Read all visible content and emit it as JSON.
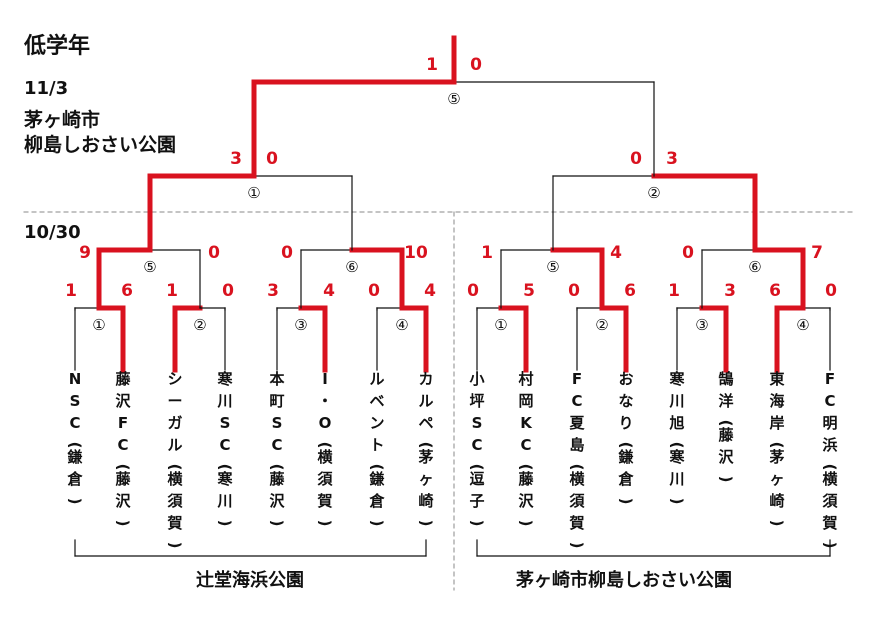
{
  "title": "低学年",
  "final_date": "11/3",
  "final_venue_line1": "茅ヶ崎市",
  "final_venue_line2": "柳島しおさい公園",
  "early_date": "10/30",
  "venues": {
    "left": "辻堂海浜公園",
    "right": "茅ヶ崎市柳島しおさい公園"
  },
  "colors": {
    "win": "#d9121f",
    "line": "#111111",
    "dash": "#888888"
  },
  "teams": [
    {
      "name": "NSC",
      "area": "鎌倉",
      "glyphs": [
        "N",
        "S",
        "C",
        "(",
        "鎌",
        "倉",
        ")"
      ]
    },
    {
      "name": "藤沢FC",
      "area": "藤沢",
      "glyphs": [
        "藤",
        "沢",
        "F",
        "C",
        "(",
        "藤",
        "沢",
        ")"
      ]
    },
    {
      "name": "シーガル",
      "area": "横須賀",
      "glyphs": [
        "シ",
        "ー",
        "ガ",
        "ル",
        "(",
        "横",
        "須",
        "賀",
        ")"
      ]
    },
    {
      "name": "寒川SC",
      "area": "寒川",
      "glyphs": [
        "寒",
        "川",
        "S",
        "C",
        "(",
        "寒",
        "川",
        ")"
      ]
    },
    {
      "name": "本町SC",
      "area": "藤沢",
      "glyphs": [
        "本",
        "町",
        "S",
        "C",
        "(",
        "藤",
        "沢",
        ")"
      ]
    },
    {
      "name": "I・O",
      "area": "横須賀",
      "glyphs": [
        "I",
        "・",
        "O",
        "(",
        "横",
        "須",
        "賀",
        ")"
      ]
    },
    {
      "name": "ルベント",
      "area": "鎌倉",
      "glyphs": [
        "ル",
        "ベ",
        "ン",
        "ト",
        "(",
        "鎌",
        "倉",
        ")"
      ]
    },
    {
      "name": "カルペ",
      "area": "茅ヶ崎",
      "glyphs": [
        "カ",
        "ル",
        "ペ",
        "(",
        "茅",
        "ヶ",
        "崎",
        ")"
      ]
    },
    {
      "name": "小坪SC",
      "area": "逗子",
      "glyphs": [
        "小",
        "坪",
        "S",
        "C",
        "(",
        "逗",
        "子",
        ")"
      ]
    },
    {
      "name": "村岡KC",
      "area": "藤沢",
      "glyphs": [
        "村",
        "岡",
        "K",
        "C",
        "(",
        "藤",
        "沢",
        ")"
      ]
    },
    {
      "name": "FC夏島",
      "area": "横須賀",
      "glyphs": [
        "F",
        "C",
        "夏",
        "島",
        "(",
        "横",
        "須",
        "賀",
        ")"
      ]
    },
    {
      "name": "おなり",
      "area": "鎌倉",
      "glyphs": [
        "お",
        "な",
        "り",
        "(",
        "鎌",
        "倉",
        ")"
      ]
    },
    {
      "name": "寒川旭",
      "area": "寒川",
      "glyphs": [
        "寒",
        "川",
        "旭",
        "(",
        "寒",
        "川",
        ")"
      ]
    },
    {
      "name": "鵠洋",
      "area": "藤沢",
      "glyphs": [
        "鵠",
        "洋",
        "(",
        "藤",
        "沢",
        ")"
      ]
    },
    {
      "name": "東海岸",
      "area": "茅ヶ崎",
      "glyphs": [
        "東",
        "海",
        "岸",
        "(",
        "茅",
        "ヶ",
        "崎",
        ")"
      ]
    },
    {
      "name": "FC明浜",
      "area": "横須賀",
      "glyphs": [
        "F",
        "C",
        "明",
        "浜",
        "(",
        "横",
        "須",
        "賀",
        ")"
      ]
    }
  ],
  "matches": {
    "r1": [
      {
        "id": "L1",
        "label": "①",
        "score": [
          "1",
          "6"
        ]
      },
      {
        "id": "L2",
        "label": "②",
        "score": [
          "1",
          "0"
        ]
      },
      {
        "id": "L3",
        "label": "③",
        "score": [
          "3",
          "4"
        ]
      },
      {
        "id": "L4",
        "label": "④",
        "score": [
          "0",
          "4"
        ]
      },
      {
        "id": "R1",
        "label": "①",
        "score": [
          "0",
          "5"
        ]
      },
      {
        "id": "R2",
        "label": "②",
        "score": [
          "0",
          "6"
        ]
      },
      {
        "id": "R3",
        "label": "③",
        "score": [
          "1",
          "3"
        ]
      },
      {
        "id": "R4",
        "label": "④",
        "score": [
          "6",
          "0"
        ]
      }
    ],
    "r2": [
      {
        "id": "L5",
        "label": "⑤",
        "score": [
          "9",
          "0"
        ]
      },
      {
        "id": "L6",
        "label": "⑥",
        "score": [
          "0",
          "10"
        ]
      },
      {
        "id": "R5",
        "label": "⑤",
        "score": [
          "1",
          "4"
        ]
      },
      {
        "id": "R6",
        "label": "⑥",
        "score": [
          "0",
          "7"
        ]
      }
    ],
    "semi": [
      {
        "id": "LS",
        "label": "①",
        "score": [
          "3",
          "0"
        ]
      },
      {
        "id": "RS",
        "label": "②",
        "score": [
          "0",
          "3"
        ]
      }
    ],
    "final": {
      "id": "F",
      "label": "⑤",
      "score": [
        "1",
        "0"
      ]
    }
  }
}
